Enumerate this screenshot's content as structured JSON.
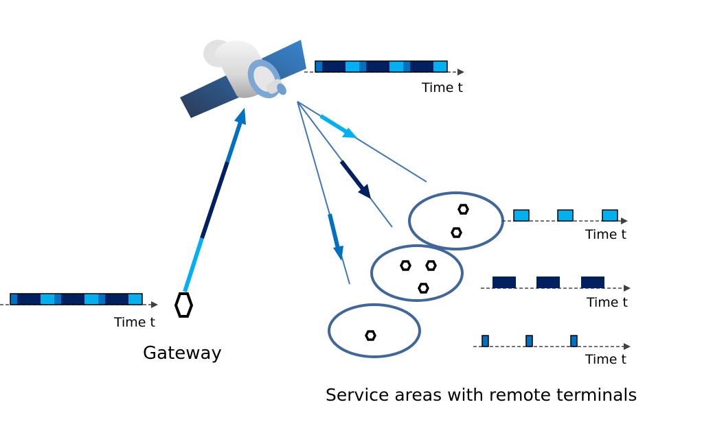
{
  "diagram": {
    "labels": {
      "time_axis": "Time t",
      "gateway": "Gateway",
      "service_areas": "Service areas with remote terminals"
    },
    "colors": {
      "dark_navy": "#002060",
      "medium_blue": "#0070C0",
      "light_blue": "#00B0F0",
      "ellipse_stroke": "#41669A",
      "beam_line": "#3F76B8",
      "axis_dash": "#404040"
    },
    "nodes": {
      "satellite": "satellite-icon",
      "gateway": "gateway-terminal-icon",
      "remote_terminal": "terminal-icon"
    },
    "service_areas": [
      {
        "name": "area-1",
        "terminals": 2,
        "signal_color": "light_blue"
      },
      {
        "name": "area-2",
        "terminals": 3,
        "signal_color": "dark_navy"
      },
      {
        "name": "area-3",
        "terminals": 1,
        "signal_color": "medium_blue"
      }
    ],
    "multiplexed_frame": [
      "medium_blue",
      "dark_navy",
      "light_blue",
      "medium_blue",
      "dark_navy",
      "light_blue",
      "medium_blue",
      "dark_navy",
      "light_blue"
    ]
  }
}
